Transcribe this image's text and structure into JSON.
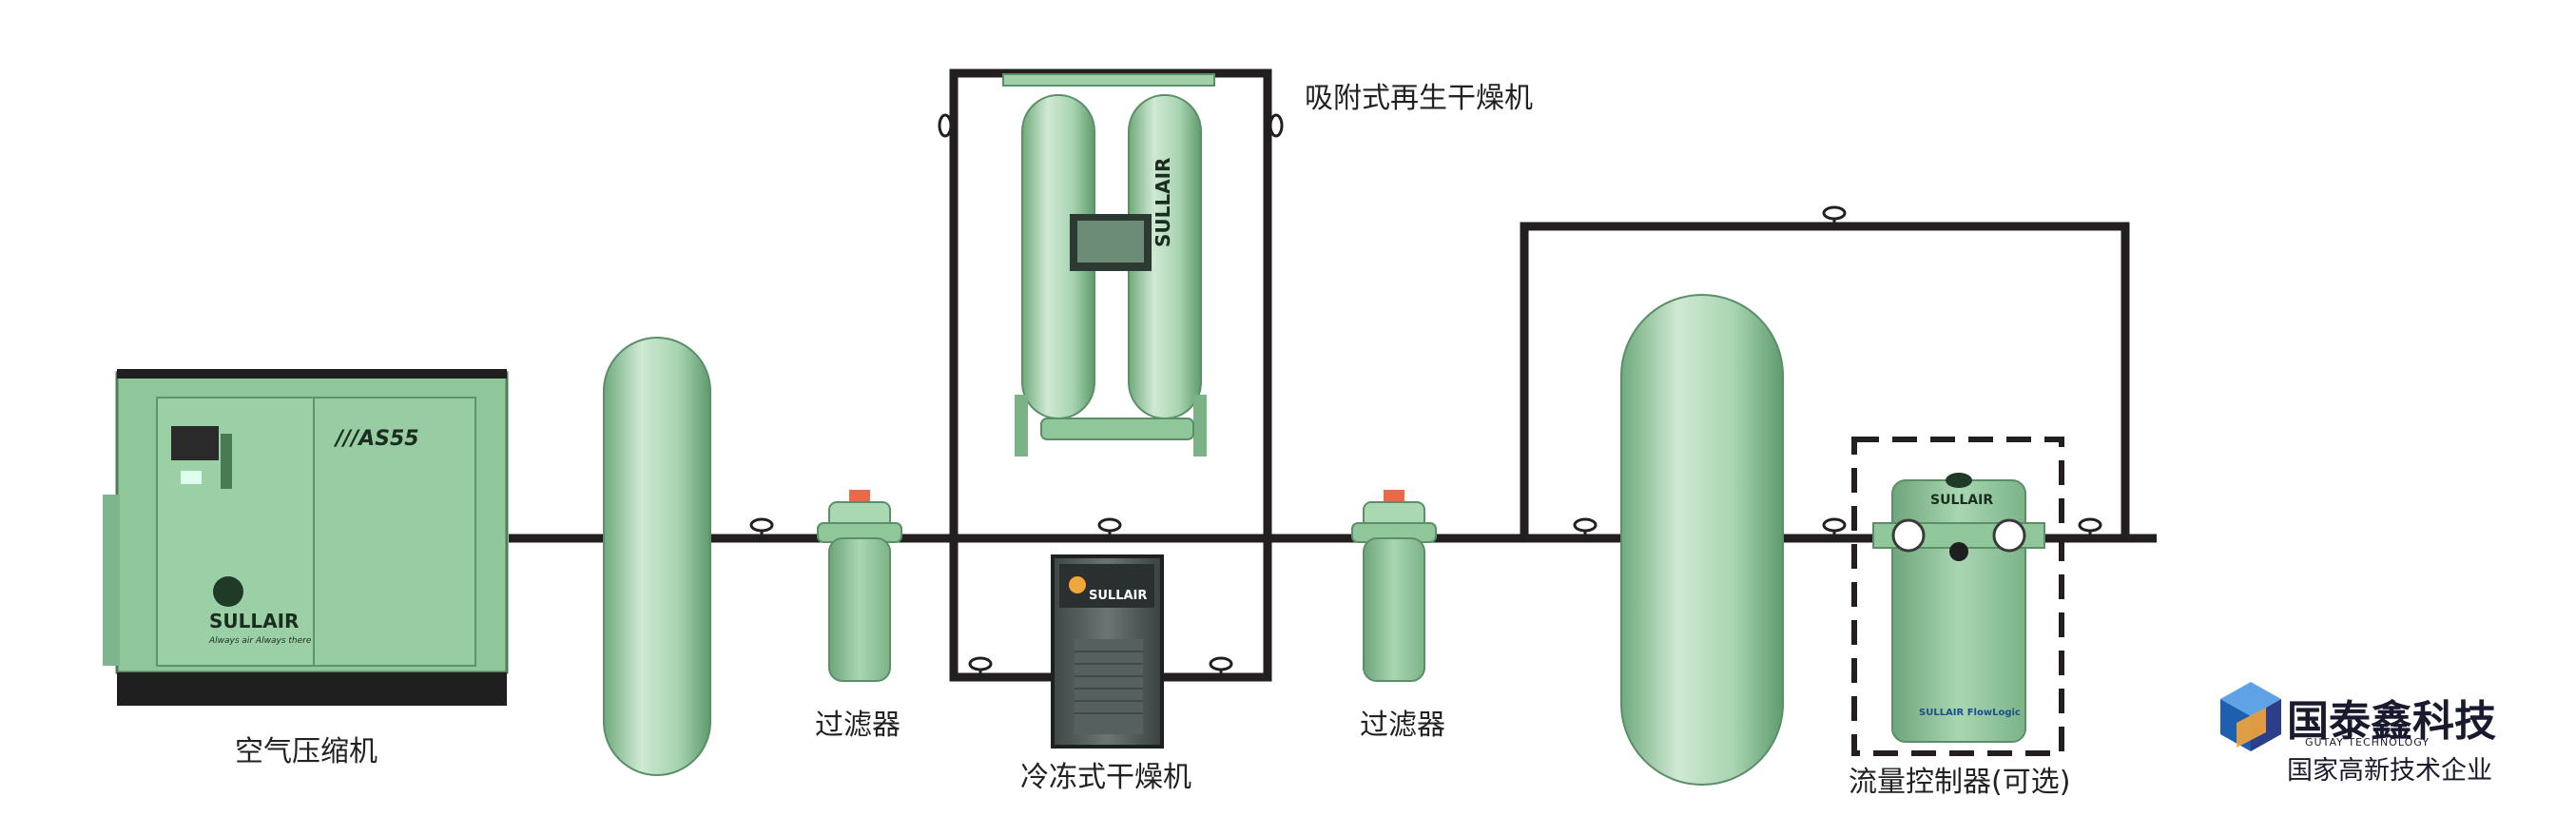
{
  "labels": {
    "compressor": "空气压缩机",
    "filter1": "过滤器",
    "filter2": "过滤器",
    "refrigerated_dryer": "冷冻式干燥机",
    "adsorption_dryer": "吸附式再生干燥机",
    "flow_controller": "流量控制器(可选)"
  },
  "equipment_text": {
    "model": "///AS55",
    "brand": "SULLAIR",
    "slogan": "Always air Always there",
    "panel_brand": "SULLAIR",
    "flowlogic": "SULLAIR FlowLogic"
  },
  "logo": {
    "name": "国泰鑫科技",
    "english": "GUTAY TECHNOLOGY",
    "subtitle": "国家高新技术企业"
  },
  "colors": {
    "pipe": "#231f20",
    "equipment_green": "#9fd0a8",
    "equipment_dark": "#5e9b6c",
    "logo_blue": "#1f5fb0"
  }
}
